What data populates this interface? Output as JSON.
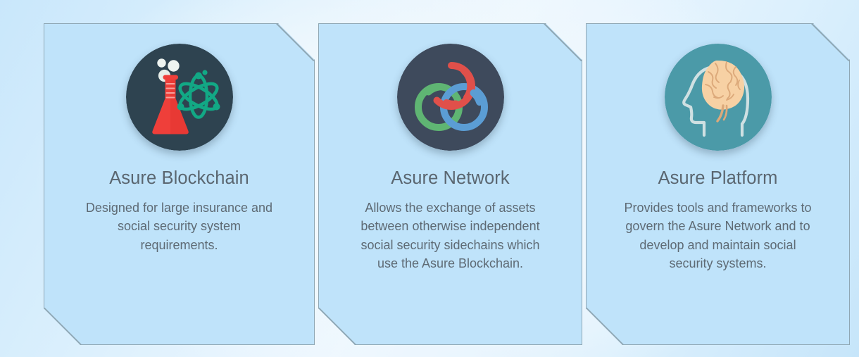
{
  "background": {
    "gradient_from": "#c9e7fb",
    "gradient_to": "#c6e5fa",
    "center_wash": "#f4fafe"
  },
  "theme": {
    "card_fill": "#bfe3fa",
    "card_border": "#8fa7b4",
    "title_color": "#5a6670",
    "body_color": "#5e6a74",
    "icon_dark_circle": "#2e4350",
    "icon_teal_circle": "#4b9aa8"
  },
  "cards": [
    {
      "title": "Asure Blockchain",
      "description": "Designed for large insurance and social security system requirements.",
      "icon_name": "flask-atom-icon",
      "icon_circle_color": "#2e4350",
      "icon_colors": {
        "flask": "#ef3f3a",
        "flask_dark": "#d8332e",
        "atom": "#12a885",
        "bubbles": "#f2f7f4"
      }
    },
    {
      "title": "Asure Network",
      "description": "Allows the exchange of assets between otherwise independent social security sidechains which use the Asure Blockchain.",
      "icon_name": "interlocking-rings-icon",
      "icon_circle_color": "#3e4a5c",
      "icon_colors": {
        "ring_top": "#e0504a",
        "ring_left": "#5fb573",
        "ring_right": "#5b9dd4"
      }
    },
    {
      "title": "Asure Platform",
      "description": "Provides tools and frameworks to govern the Asure Network and to develop and maintain social security systems.",
      "icon_name": "brain-head-icon",
      "icon_circle_color": "#4b9aa8",
      "icon_colors": {
        "brain": "#f7d1a4",
        "brain_line": "#d8a273",
        "head_outline": "#cfe0e2"
      }
    }
  ]
}
